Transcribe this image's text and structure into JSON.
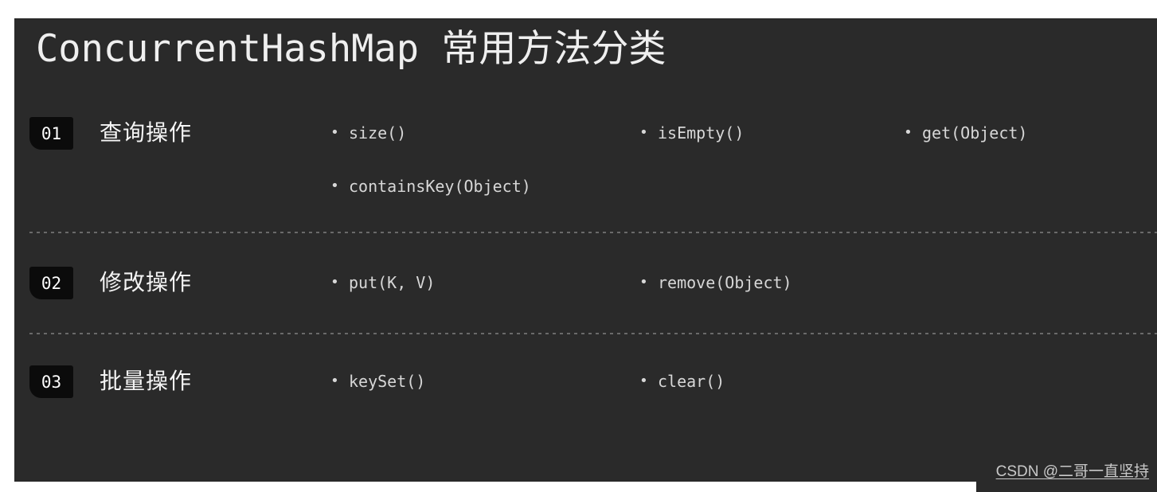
{
  "title": "ConcurrentHashMap 常用方法分类",
  "bullet": "•",
  "colors": {
    "page_bg": "#ffffff",
    "panel_bg": "#2a2a2a",
    "badge_bg": "#0b0b0b",
    "divider": "#6a6a6a",
    "title_text": "#efefef",
    "method_text": "#d7d7d7",
    "watermark_text": "#c9c9c9"
  },
  "rows": [
    {
      "number": "01",
      "label": "查询操作",
      "methods": [
        "size()",
        "isEmpty()",
        "get(Object)",
        "containsKey(Object)"
      ]
    },
    {
      "number": "02",
      "label": "修改操作",
      "methods": [
        "put(K, V)",
        "remove(Object)"
      ]
    },
    {
      "number": "03",
      "label": "批量操作",
      "methods": [
        "keySet()",
        "clear()"
      ]
    }
  ],
  "watermark": "CSDN @二哥一直坚持"
}
